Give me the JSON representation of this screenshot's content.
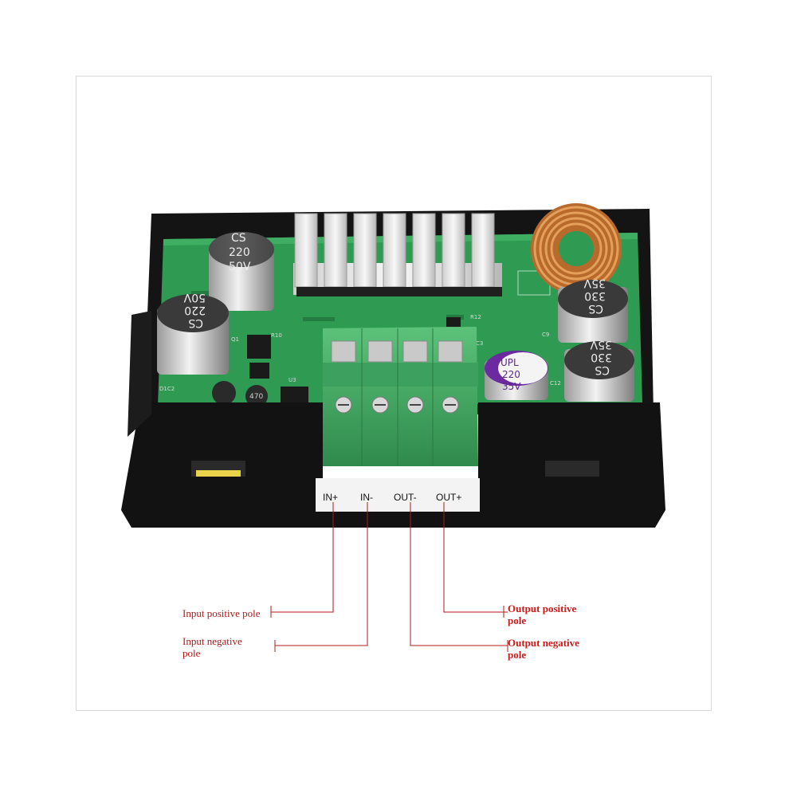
{
  "terminal_labels": [
    "IN+",
    "IN-",
    "OUT-",
    "OUT+"
  ],
  "callouts": {
    "input_positive": "Input positive pole",
    "input_negative_line1": "Input negative",
    "input_negative_line2": "pole",
    "output_positive_line1": "Output positive",
    "output_positive_line2": "pole",
    "output_negative_line1": "Output negative",
    "output_negative_line2": "pole"
  },
  "capacitors": {
    "cap1": [
      "CS",
      "220",
      "50V"
    ],
    "cap2": [
      "CS",
      "220",
      "50V"
    ],
    "cap3": [
      "UPL",
      "220",
      "35V"
    ],
    "cap4": [
      "CS",
      "330",
      "35V"
    ],
    "cap5": [
      "CS",
      "330",
      "35V"
    ]
  },
  "inductor_marking": "470",
  "colors": {
    "pcb": "#2f9a52",
    "terminal_block": "#4fb36a",
    "case": "#141414",
    "callout": "#b01818"
  }
}
